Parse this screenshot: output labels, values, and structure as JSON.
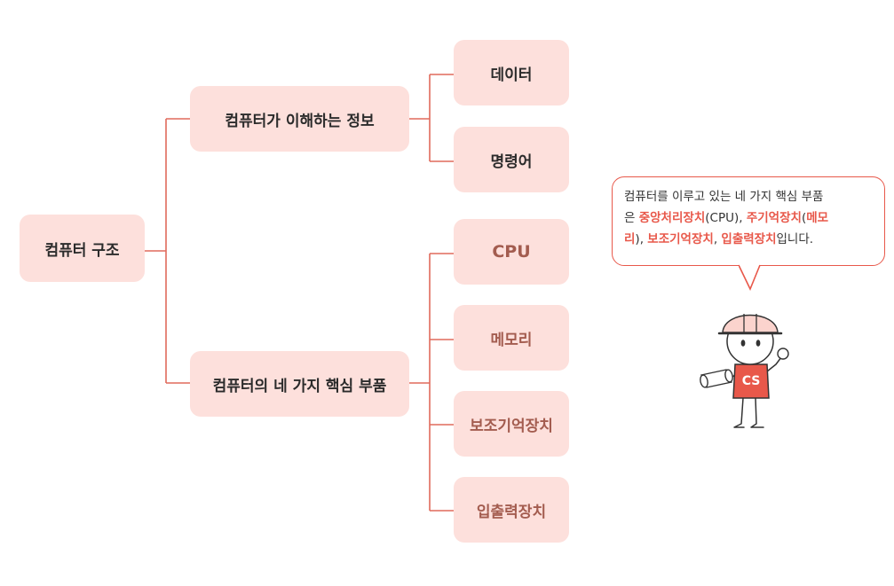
{
  "root": {
    "label": "컴퓨터 구조"
  },
  "branches": [
    {
      "label": "컴퓨터가 이해하는 정보",
      "children": [
        "데이터",
        "명령어"
      ]
    },
    {
      "label": "컴퓨터의 네 가지 핵심 부품",
      "children": [
        "CPU",
        "메모리",
        "보조기억장치",
        "입출력장치"
      ]
    }
  ],
  "speech_bubble": {
    "line1": "컴퓨터를 이루고 있는 네 가지 핵심 부품",
    "prefix": "은 ",
    "cpu": "중앙처리장치",
    "cpu_paren": "(CPU), ",
    "mem": "주기억장치",
    "mem_paren_open": "(",
    "mem_alias_a": "메모",
    "mem_alias_b": "리",
    "sep1": "), ",
    "storage": "보조기억장치",
    "sep2": ", ",
    "io": "입출력장치",
    "suffix": "입니다."
  },
  "mascot": {
    "shirt_text": "CS"
  },
  "colors": {
    "node_fill": "#fde0dc",
    "line": "#e8584a",
    "accent": "#e8584a"
  }
}
